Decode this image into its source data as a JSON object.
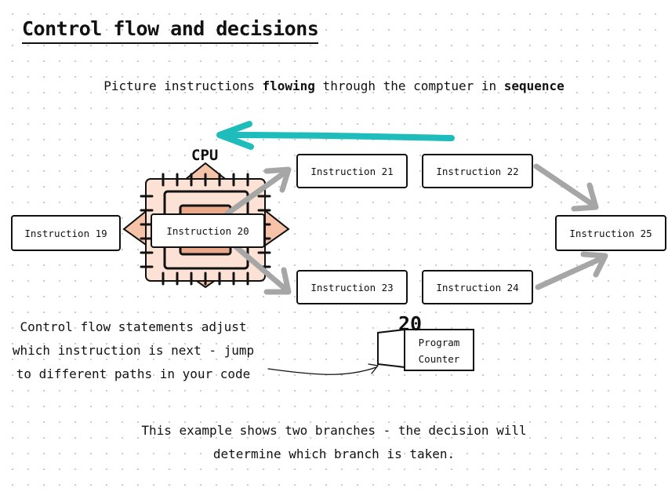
{
  "title": "Control flow and decisions",
  "subtitle": {
    "part1": "Picture instructions ",
    "bold1": "flowing",
    "part2": " through the comptuer in ",
    "bold2": "sequence"
  },
  "cpu": {
    "label": "CPU"
  },
  "instructions": {
    "i19": "Instruction 19",
    "i20": "Instruction 20",
    "i21": "Instruction 21",
    "i22": "Instruction 22",
    "i23": "Instruction 23",
    "i24": "Instruction 24",
    "i25": "Instruction 25"
  },
  "program_counter": {
    "value": "20",
    "label_line1": "Program",
    "label_line2": "Counter"
  },
  "note_left": {
    "line1": "Control flow statements adjust",
    "line2": "which instruction is next - jump",
    "line3": "to different paths in your code"
  },
  "note_bottom": {
    "line1": "This example shows two branches - the decision will",
    "line2": "determine which branch is taken."
  },
  "colors": {
    "loop_arrow": "#1fbcbc",
    "branch_arrow": "#a6a6a6",
    "cpu_fill": "#f6c3a8",
    "cpu_fill_light": "#fbe2d4"
  }
}
